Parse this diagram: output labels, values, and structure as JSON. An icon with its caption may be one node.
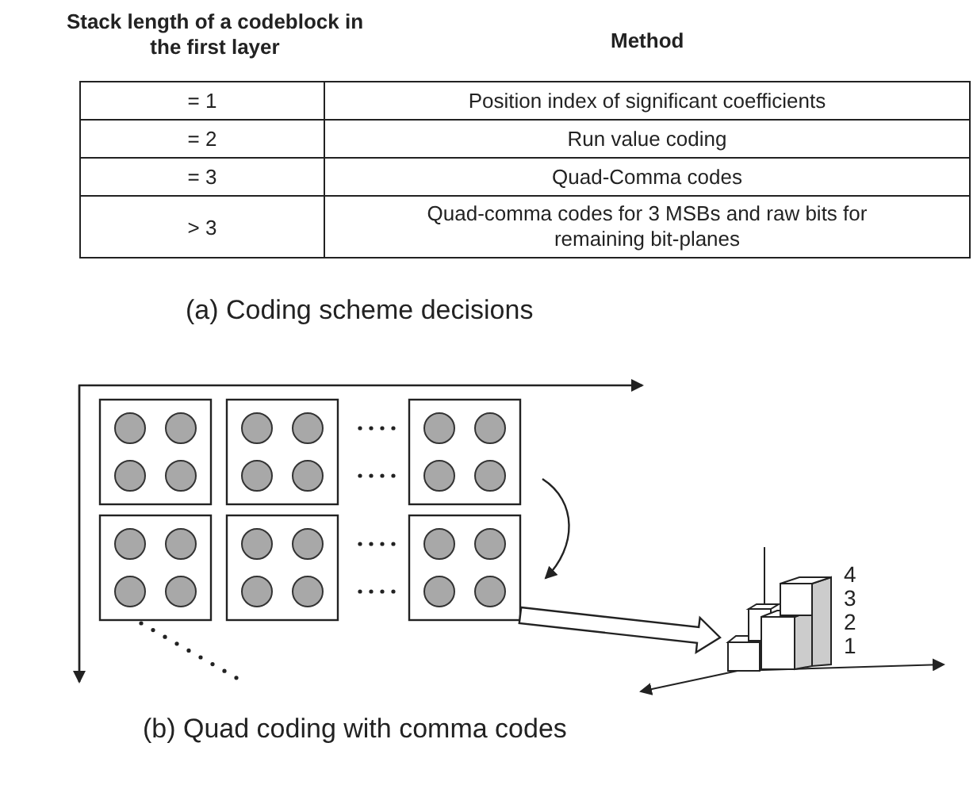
{
  "diagram": {
    "nodes": [
      {
        "text": [],
        "shape": "box"
      },
      {
        "text": [],
        "shape": "box"
      },
      {
        "text": [],
        "shape": "box"
      },
      {
        "text": [],
        "shape": "box"
      },
      {
        "text": [],
        "shape": "box"
      },
      {
        "text": [],
        "shape": "box"
      },
      {
        "text": [],
        "shape": "bar"
      }
    ],
    "edges": [
      {
        "from": 2,
        "to": 5,
        "arrow": "to"
      },
      {
        "from": 5,
        "to": 6,
        "arrow": "to"
      }
    ],
    "labels": [
      "Stack length of a codeblock in the first layer",
      "Method",
      "= 1",
      "Position index of significant coefficients",
      "= 2",
      "Run value coding",
      "= 3",
      "Quad-Comma codes",
      "> 3",
      "Quad-comma codes for 3 MSBs and raw bits for remaining bit-planes",
      "(a) Coding scheme decisions",
      "4",
      "3",
      "2",
      "1",
      "(b) Quad coding with comma codes"
    ]
  }
}
